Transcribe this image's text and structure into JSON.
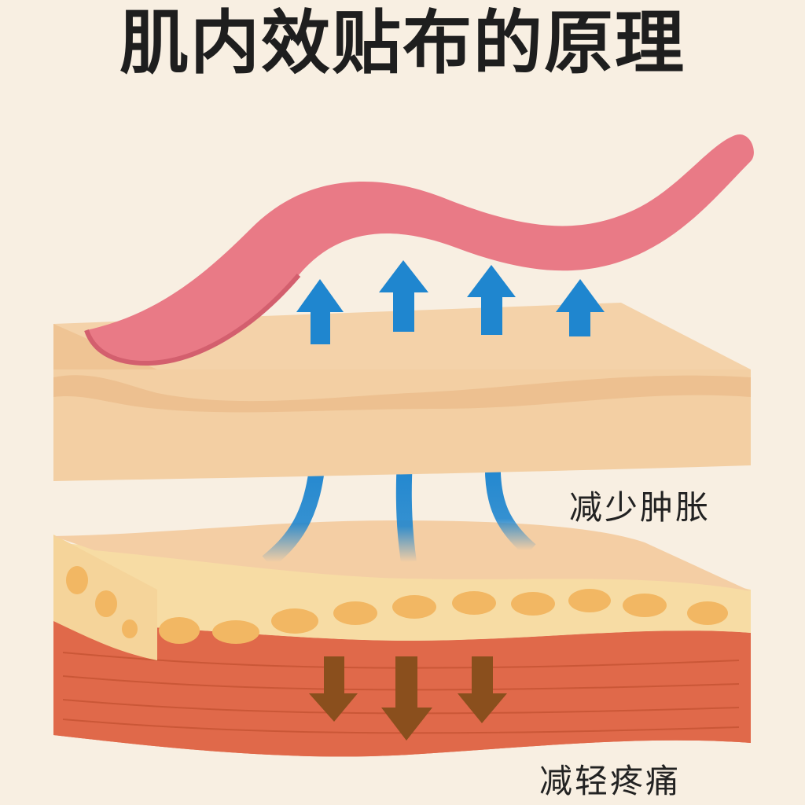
{
  "title": "肌内效贴布的原理",
  "labels": {
    "reduce_swelling": "减少肿胀",
    "reduce_pain": "减轻疼痛"
  },
  "colors": {
    "background": "#f8efe2",
    "tape": "#e97a86",
    "skin": "#f3cfa3",
    "fat": "#f7dca4",
    "fat_cells": "#f2b763",
    "muscle": "#e0694a",
    "up_arrows": "#1f86cf",
    "down_arrows": "#8a4f1d"
  },
  "icons": [
    "up-arrow-icon",
    "curved-up-arrow-icon",
    "down-arrow-icon"
  ]
}
